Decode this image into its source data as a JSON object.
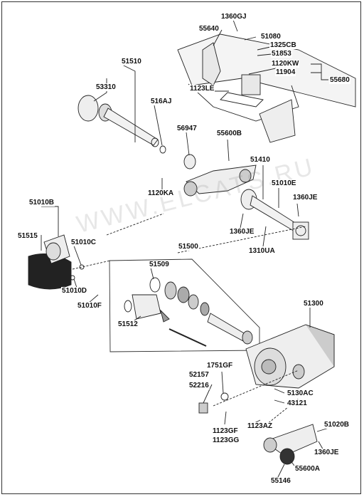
{
  "watermark": "WWW.ELCATS.RU",
  "labels": {
    "l1360GJ_1": "1360GJ",
    "l55640": "55640",
    "l51080": "51080",
    "l1325CB": "1325CB",
    "l51853": "51853",
    "l1120KW": "1120KW",
    "l11904": "11904",
    "l55680": "55680",
    "l51510": "51510",
    "l53310": "53310",
    "l1123LE": "1123LE",
    "l516AJ": "516AJ",
    "l56947": "56947",
    "l55600B": "55600B",
    "l51410": "51410",
    "l1120KA": "1120KA",
    "l51010E": "51010E",
    "l1360JE_1": "1360JE",
    "l51010B": "51010B",
    "l1360JE_2": "1360JE",
    "l51515": "51515",
    "l51010C": "51010C",
    "l1310UA": "1310UA",
    "l51500": "51500",
    "l51509": "51509",
    "l51010D": "51010D",
    "l51010F": "51010F",
    "l51512": "51512",
    "l51300": "51300",
    "l1751GF": "1751GF",
    "l52157": "52157",
    "l52216": "52216",
    "l5130AC": "5130AC",
    "l43121": "43121",
    "l1123AZ": "1123AZ",
    "l51020B": "51020B",
    "l1123GF": "1123GF",
    "l1123GG": "1123GG",
    "l1360JE_3": "1360JE",
    "l55600A": "55600A",
    "l55146": "55146"
  }
}
